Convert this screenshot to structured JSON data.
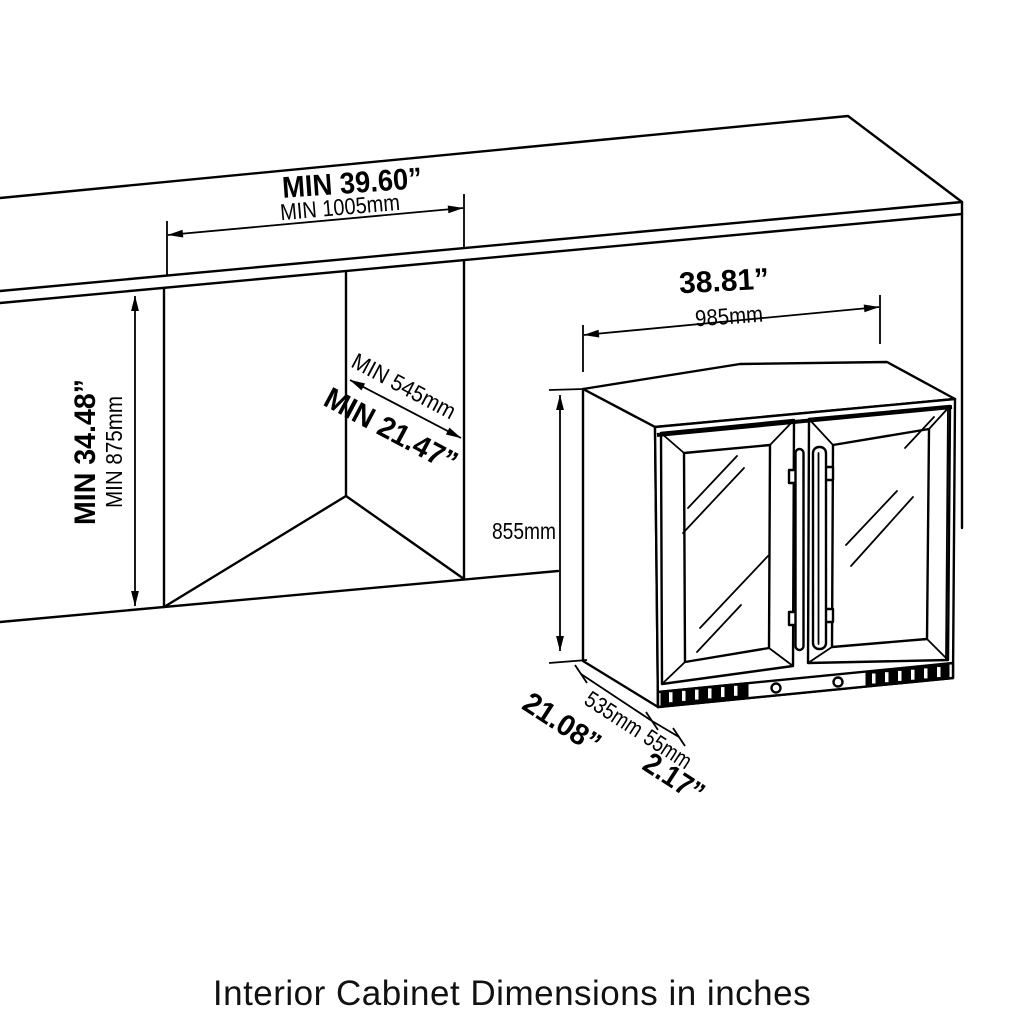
{
  "title": "Interior Cabinet Dimensions in inches",
  "cabinet_cutout": {
    "width_label_in": "MIN 39.60”",
    "width_label_mm": "MIN 1005mm",
    "height_label_in": "MIN 34.48”",
    "height_label_mm": "MIN 875mm",
    "depth_label_mm": "MIN 545mm",
    "depth_label_in": "MIN 21.47”"
  },
  "unit": {
    "width_label_in": "38.81”",
    "width_label_mm": "985mm",
    "height_label_mm": "855mm",
    "depth_label_mm": "535mm",
    "depth_label_in": "21.08”",
    "vent_clearance_label_mm": "55mm",
    "vent_clearance_label_in": "2.17”"
  },
  "colors": {
    "line": "#000000",
    "background": "#ffffff",
    "grille_fill": "#000000"
  }
}
